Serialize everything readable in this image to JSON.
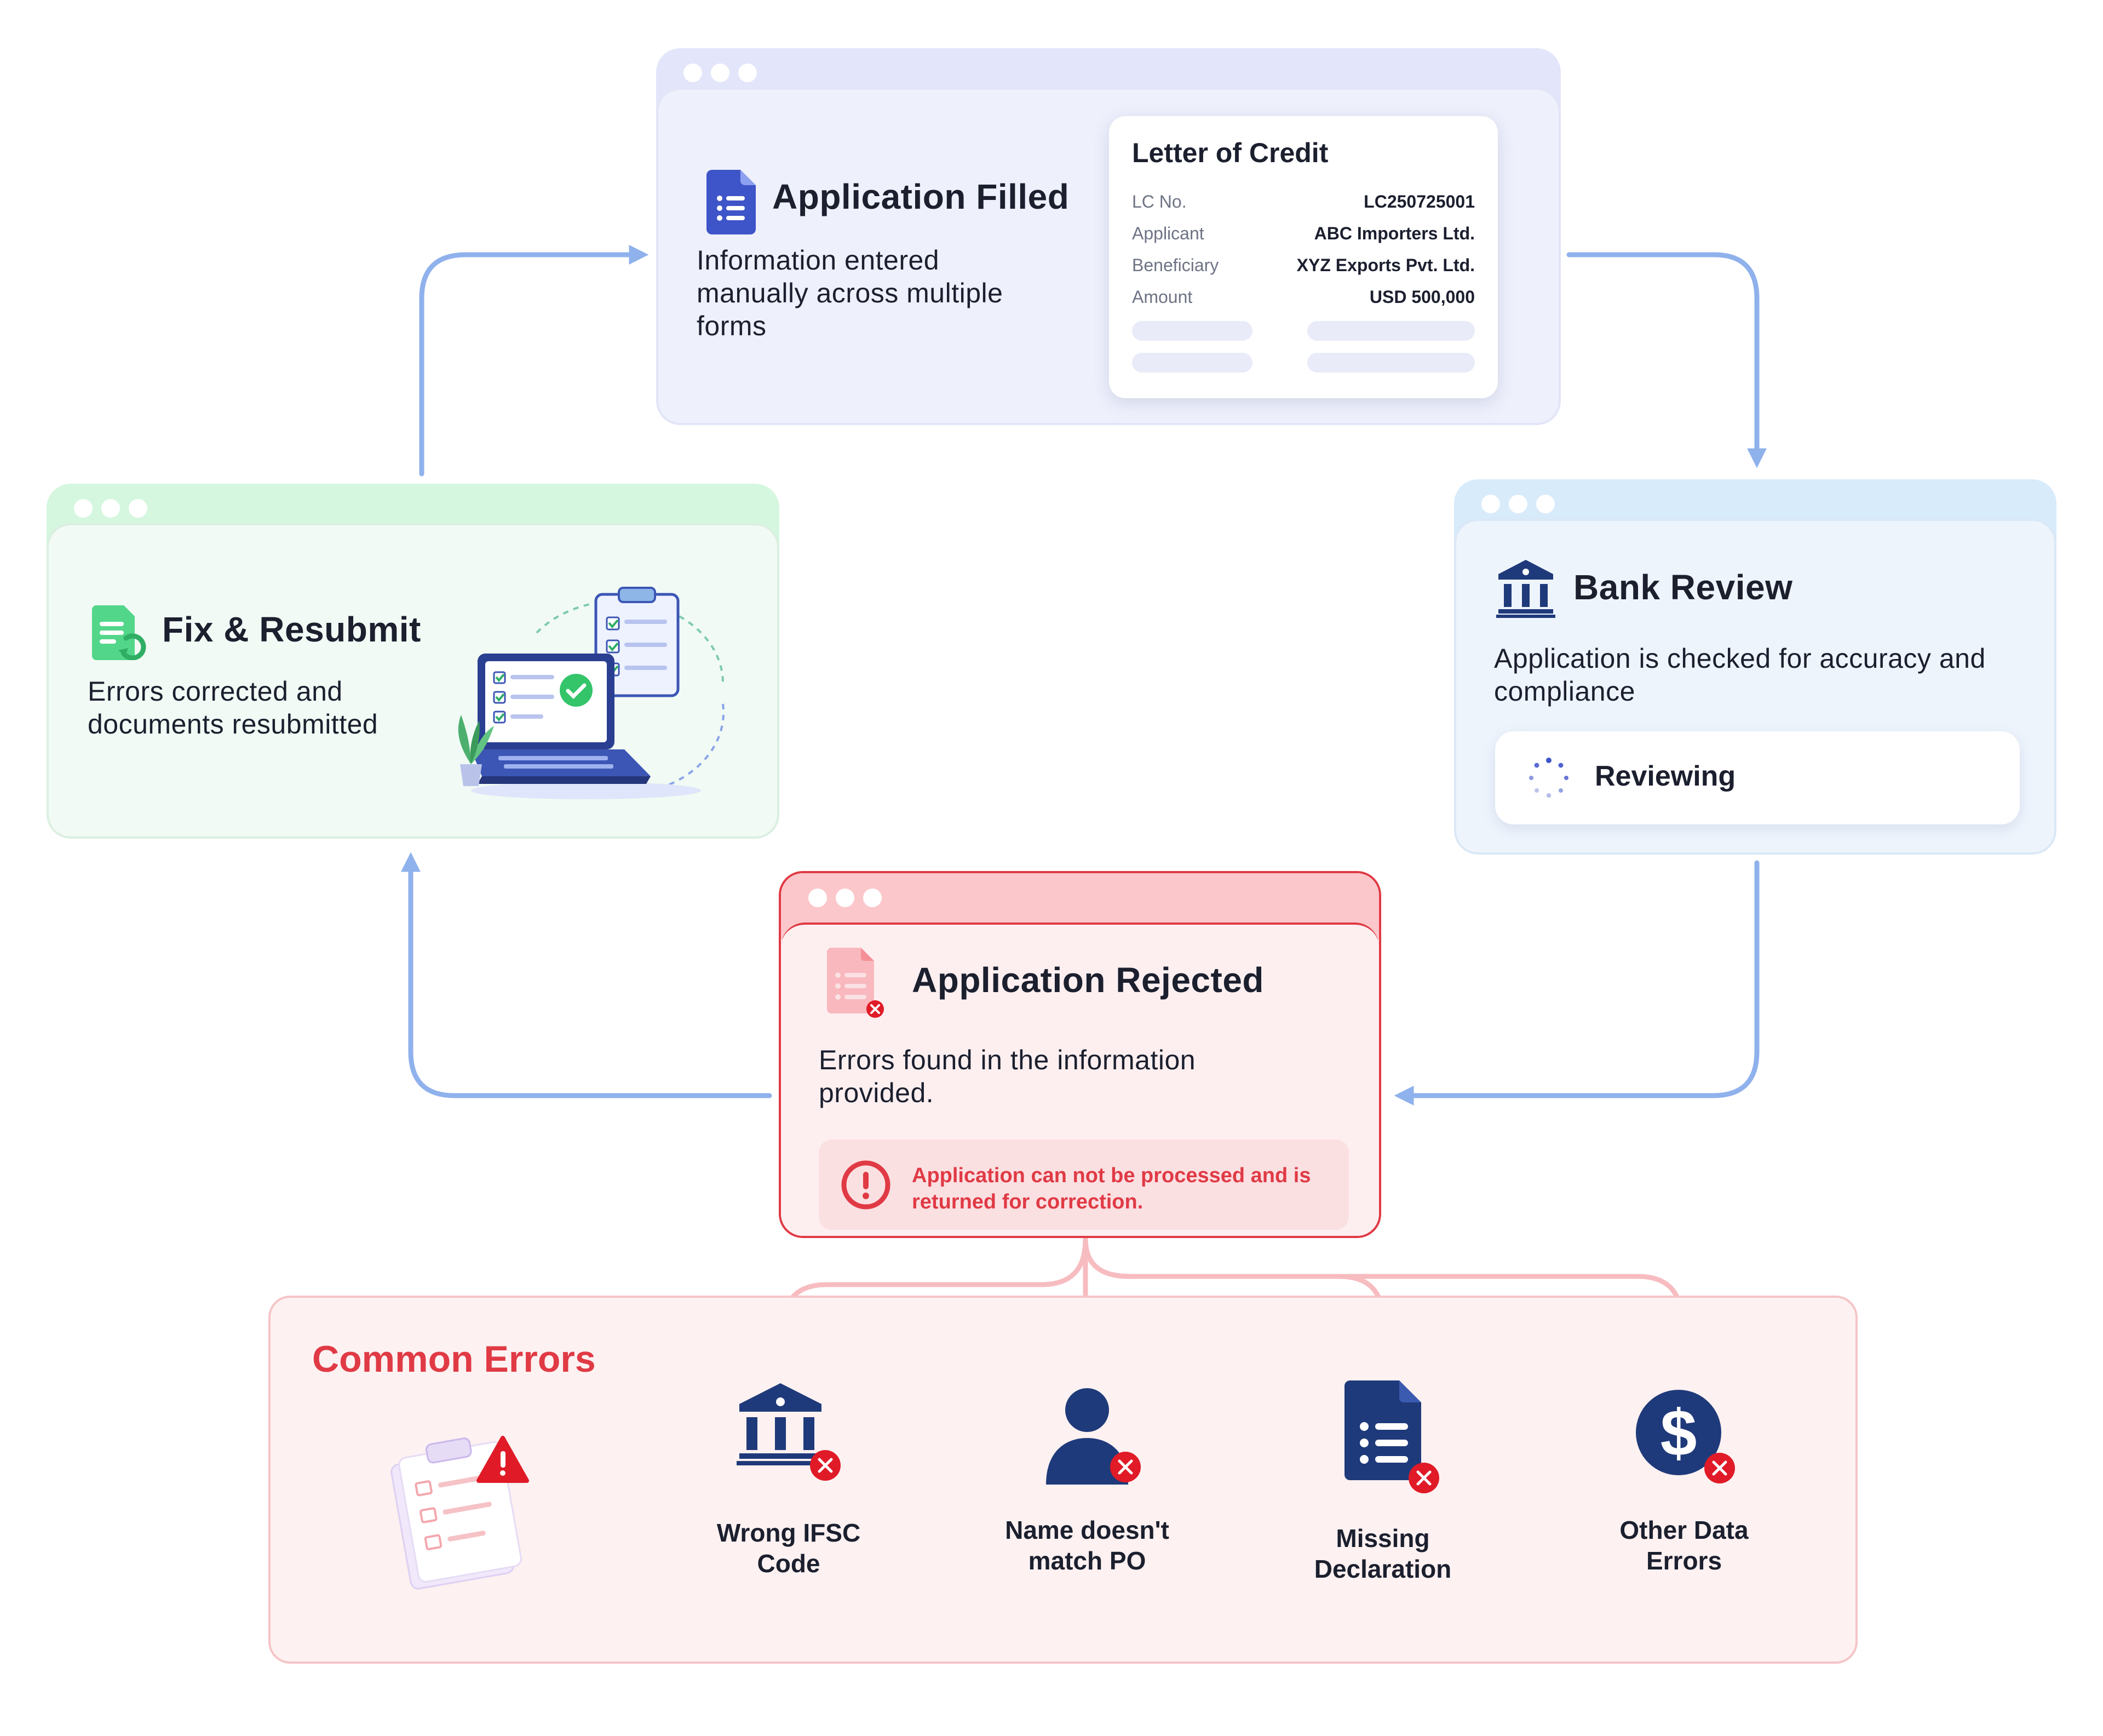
{
  "steps": {
    "filled": {
      "title": "Application Filled",
      "description": "Information entered manually across multiple forms",
      "lc": {
        "title": "Letter of Credit",
        "rows": [
          {
            "label": "LC No.",
            "value": "LC250725001"
          },
          {
            "label": "Applicant",
            "value": "ABC Importers Ltd."
          },
          {
            "label": "Beneficiary",
            "value": "XYZ Exports Pvt. Ltd."
          },
          {
            "label": "Amount",
            "value": "USD 500,000"
          }
        ]
      }
    },
    "bank": {
      "title": "Bank Review",
      "description": "Application is checked for accuracy and compliance",
      "status": "Reviewing"
    },
    "rejected": {
      "title": "Application Rejected",
      "description": "Errors found in the  information provided.",
      "alert": "Application can not be processed and is returned for correction."
    },
    "fix": {
      "title": "Fix  & Resubmit",
      "description": "Errors corrected and documents resubmitted"
    }
  },
  "common_errors": {
    "heading": "Common Errors",
    "items": [
      {
        "label": "Wrong IFSC Code",
        "icon": "bank-icon"
      },
      {
        "label": "Name doesn't match PO",
        "icon": "user-icon"
      },
      {
        "label": "Missing Declaration",
        "icon": "document-icon"
      },
      {
        "label": "Other Data Errors",
        "icon": "dollar-icon"
      }
    ]
  },
  "colors": {
    "accent_blue": "#8fb1ec",
    "error_red": "#e03a45",
    "icon_navy": "#1f3a7a",
    "success_green": "#34c46a"
  }
}
